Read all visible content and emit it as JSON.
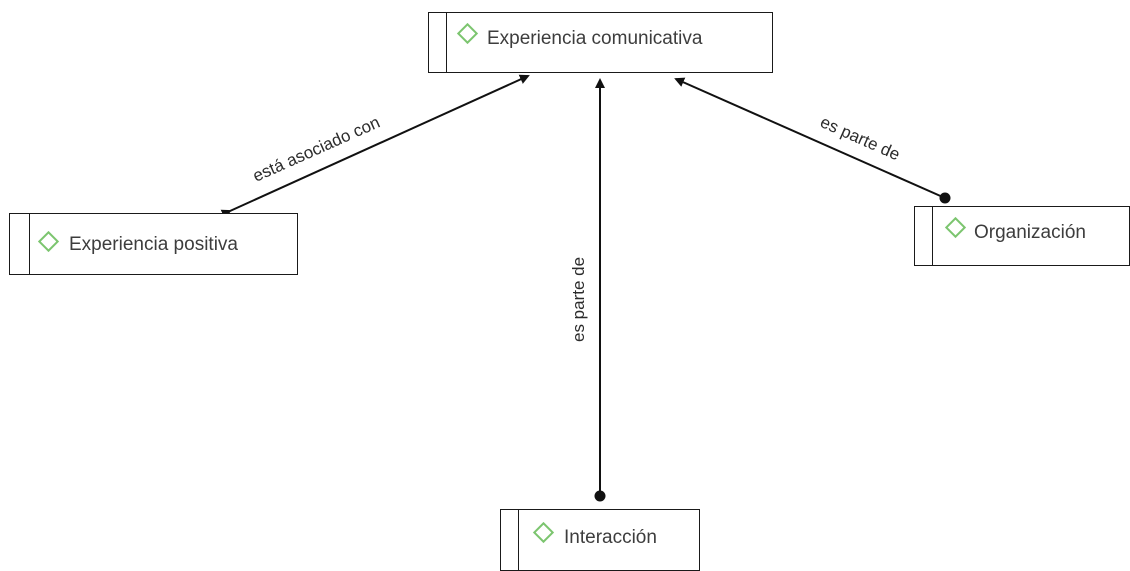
{
  "nodes": {
    "central": {
      "label": "Experiencia comunicativa"
    },
    "positiva": {
      "label": "Experiencia positiva"
    },
    "organizacion": {
      "label": "Organización"
    },
    "interaccion": {
      "label": "Interacción"
    }
  },
  "edges": {
    "asociado": {
      "label": "está asociado con"
    },
    "parte_org": {
      "label": "es parte de"
    },
    "parte_inter": {
      "label": "es parte de"
    }
  },
  "colors": {
    "diamond_outline": "#7cc56f",
    "lines": "#111111"
  }
}
